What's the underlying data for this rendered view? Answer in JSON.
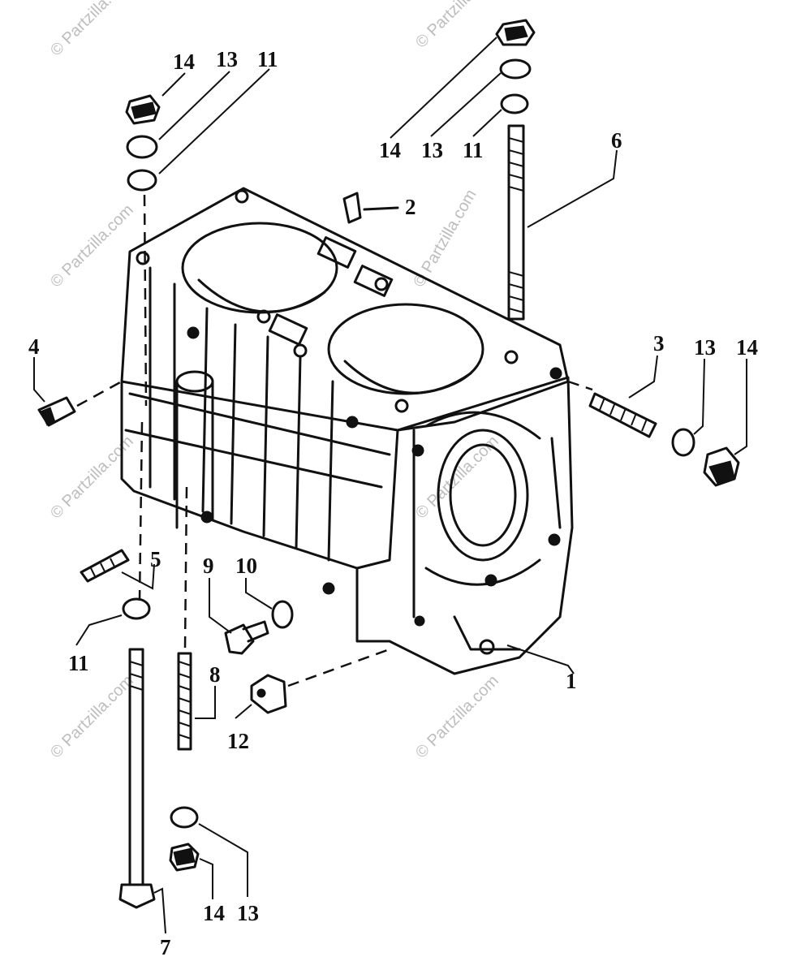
{
  "watermark": "© Partzilla.com",
  "callouts": [
    {
      "id": "c1",
      "text": "1"
    },
    {
      "id": "c2",
      "text": "2"
    },
    {
      "id": "c3",
      "text": "3"
    },
    {
      "id": "c4",
      "text": "4"
    },
    {
      "id": "c5",
      "text": "5"
    },
    {
      "id": "c6",
      "text": "6"
    },
    {
      "id": "c7",
      "text": "7"
    },
    {
      "id": "c8",
      "text": "8"
    },
    {
      "id": "c9",
      "text": "9"
    },
    {
      "id": "c10",
      "text": "10"
    },
    {
      "id": "c11a",
      "text": "11"
    },
    {
      "id": "c11b",
      "text": "11"
    },
    {
      "id": "c11c",
      "text": "11"
    },
    {
      "id": "c12",
      "text": "12"
    },
    {
      "id": "c13a",
      "text": "13"
    },
    {
      "id": "c13b",
      "text": "13"
    },
    {
      "id": "c13c",
      "text": "13"
    },
    {
      "id": "c13d",
      "text": "13"
    },
    {
      "id": "c14a",
      "text": "14"
    },
    {
      "id": "c14b",
      "text": "14"
    },
    {
      "id": "c14c",
      "text": "14"
    },
    {
      "id": "c14d",
      "text": "14"
    }
  ]
}
